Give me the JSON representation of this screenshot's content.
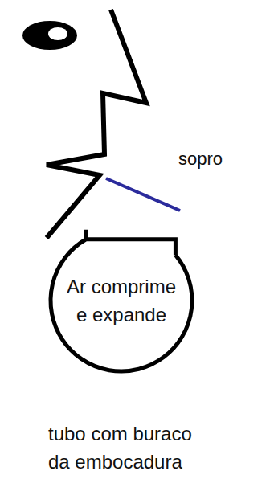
{
  "diagram": {
    "nodes": [
      {
        "text": [
          "Ar comprime e expande"
        ]
      }
    ],
    "labels": [
      "sopro",
      "tubo com buraco da embocadura"
    ]
  }
}
